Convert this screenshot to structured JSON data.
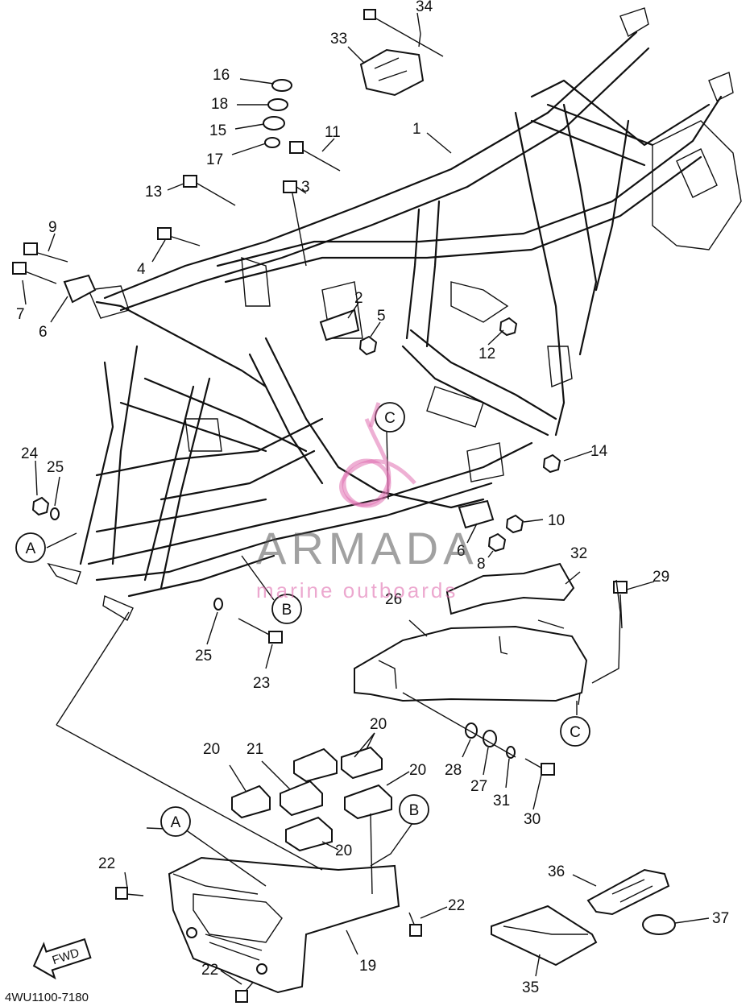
{
  "parts": [
    {
      "n": "1"
    },
    {
      "n": "2"
    },
    {
      "n": "3"
    },
    {
      "n": "4"
    },
    {
      "n": "5"
    },
    {
      "n": "6"
    },
    {
      "n": "6"
    },
    {
      "n": "7"
    },
    {
      "n": "8"
    },
    {
      "n": "9"
    },
    {
      "n": "10"
    },
    {
      "n": "11"
    },
    {
      "n": "12"
    },
    {
      "n": "13"
    },
    {
      "n": "14"
    },
    {
      "n": "15"
    },
    {
      "n": "16"
    },
    {
      "n": "17"
    },
    {
      "n": "18"
    },
    {
      "n": "19"
    },
    {
      "n": "20"
    },
    {
      "n": "20"
    },
    {
      "n": "20"
    },
    {
      "n": "20"
    },
    {
      "n": "21"
    },
    {
      "n": "22"
    },
    {
      "n": "22"
    },
    {
      "n": "22"
    },
    {
      "n": "23"
    },
    {
      "n": "24"
    },
    {
      "n": "25"
    },
    {
      "n": "25"
    },
    {
      "n": "26"
    },
    {
      "n": "27"
    },
    {
      "n": "28"
    },
    {
      "n": "29"
    },
    {
      "n": "30"
    },
    {
      "n": "31"
    },
    {
      "n": "32"
    },
    {
      "n": "33"
    },
    {
      "n": "34"
    },
    {
      "n": "35"
    },
    {
      "n": "36"
    },
    {
      "n": "37"
    }
  ],
  "refs": [
    "A",
    "A",
    "B",
    "B",
    "C",
    "C"
  ],
  "fwd_label": "FWD",
  "diagram_code": "4WU1100-7180",
  "watermark": {
    "brand": "ARMADA",
    "tagline": "marine outboards",
    "accent_color": "#e070b0"
  }
}
